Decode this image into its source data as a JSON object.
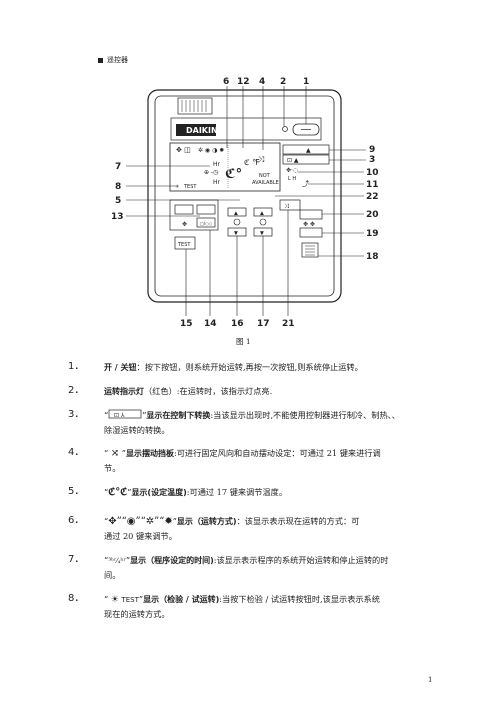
{
  "section_heading": "遥控器",
  "figure": {
    "caption": "图 1",
    "brand": "DAIKIN",
    "callouts_top": [
      "6",
      "12",
      "4",
      "2",
      "1"
    ],
    "callouts_right": [
      "9",
      "3",
      "10",
      "11",
      "22",
      "20",
      "19",
      "18"
    ],
    "callouts_left": [
      "7",
      "8",
      "5",
      "13"
    ],
    "callouts_bottom": [
      "15",
      "14",
      "16",
      "17",
      "21"
    ],
    "display": {
      "test_label": "TEST",
      "not_available_line1": "NOT",
      "not_available_line2": "AVAILABLE",
      "hr1": "Hr",
      "hr2": "Hr",
      "l_h": "L    H"
    },
    "buttons": {
      "test": "TEST",
      "onoff_small": "ON/OFF"
    }
  },
  "items": [
    {
      "num": "1．",
      "bold": "开 / 关钮",
      "text": "：按下按钮，则系统开始运转,再按一次按钮,则系统停止运转。"
    },
    {
      "num": "2．",
      "bold": "运转指示灯",
      "text": "（红色）:在运转时，该指示灯点亮."
    },
    {
      "num": "3．",
      "pre": "“",
      "post": "”",
      "bold": "显示在控制下转换",
      "text": ":当该显示出现时,不能使用控制器进行制冷、制热、、",
      "cont": "除湿运转的转换。"
    },
    {
      "num": "4．",
      "pre": "“",
      "post": "”",
      "bold": "显示摆动挡板",
      "text": ":可进行固定风向和自动摆动设定：可通过 21 键来进行调",
      "cont": "节。"
    },
    {
      "num": "5．",
      "pre": "“",
      "post": "”",
      "bold": "显示(设定温度)",
      "text": ":可通过 17 键来调节温度。"
    },
    {
      "num": "6．",
      "pre": "“",
      "post": "”",
      "bold": "显示（运转方式)",
      "text": "：该显示表示现在运转的方式：可",
      "cont": "通过 20 键来调节。"
    },
    {
      "num": "7．",
      "pre": "“",
      "post": "”",
      "bold": "显示（程序设定的时间)",
      "text": ":该显示表示程序的系统开始运转和停止运转的时",
      "cont": "间。"
    },
    {
      "num": "8．",
      "pre": "“",
      "post": "”",
      "test": "TEST",
      "bold": "显示（检验 / 试运转)",
      "text": ":当按下检验 / 试运转按钮时,该显示表示系统",
      "cont": "现在的运转方式。"
    }
  ],
  "page_number": "1"
}
